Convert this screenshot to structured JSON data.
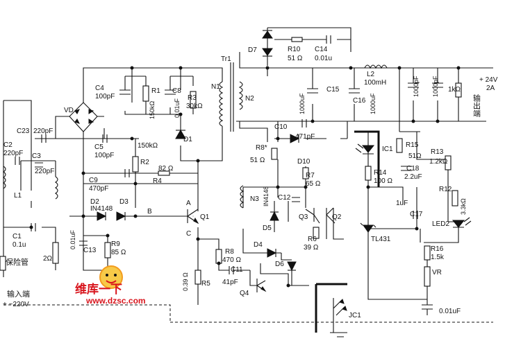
{
  "labels": {
    "tr1": "Tr1",
    "n1": "N1",
    "n2": "N2",
    "n3": "N3",
    "d7": "D7",
    "r10": "R10",
    "r10v": "51 Ω",
    "c14": "C14",
    "c14v": "0.01u",
    "l2": "L2",
    "l2v": "100mH",
    "c15v": "1000uF",
    "c15": "C15",
    "c16": "C16",
    "c16v": "1000uF",
    "c1000a": "1000pF",
    "c1000b": "1000pF",
    "r1k": "1kΩ",
    "out_v": "+ 24V",
    "out_a": "2A",
    "out_cn": "输出端",
    "c4": "C4",
    "c4v": "100pF",
    "r1": "R1",
    "r1v": "150kΩ",
    "c8": "C8",
    "c8v": "0.01uF",
    "r3": "R3",
    "r3v": "30kΩ",
    "d1": "D1",
    "vd": "VD",
    "c23": "C23",
    "c23v": "220pF",
    "c2": "C2",
    "c2v": "220pF",
    "c3": "C3",
    "c3v": "220pF",
    "c5": "C5",
    "c5v": "100pF",
    "r150": "150kΩ",
    "r2": "R2",
    "r82": "82 Ω",
    "r4": "R4",
    "c9": "C9",
    "c9v": "470pF",
    "l1": "L1",
    "d2": "D2",
    "d2v": "IN4148",
    "d3": "D3",
    "b": "B",
    "q1": "Q1",
    "c": "C",
    "c1": "C1",
    "c1v": "0.1u",
    "fuse": "保险管",
    "r2ohm": "2Ω",
    "c13v": "0.01uF",
    "c13": "C13",
    "r9": "R9",
    "r9v": "85 Ω",
    "r039": "0.39 Ω",
    "r5": "R5",
    "r8": "R8",
    "r8v": "470 Ω",
    "c11": "C11",
    "c11v": "41pF",
    "q4": "Q4",
    "input_cn": "输入端",
    "input_v": "+ ~220V",
    "c10": "C10",
    "c10v": "471pF",
    "r8s": "R8*",
    "r8sv": "51 Ω",
    "d10": "D10",
    "r7": "R7",
    "r7v": "65 Ω",
    "in4148b": "IN4148",
    "c12": "C12",
    "d5": "D5",
    "q3": "Q3",
    "q2": "Q2",
    "d4": "D4",
    "r6": "R6",
    "r6v": "39 Ω",
    "d6": "D6",
    "ic1": "IC1",
    "r15": "R15",
    "r15v": "51Ω",
    "r13": "R13",
    "r13v": "1.2kΩ",
    "r14": "R14",
    "r14v": "100 Ω",
    "c18": "C18",
    "c18v": "2.2uF",
    "r12": "R12",
    "r12v": "3.3kΩ",
    "c17v": "1uF",
    "c17": "C17",
    "led2": "LED2",
    "tl431": "TL431",
    "r16": "R16",
    "r16v": "1.5k",
    "vr": "VR",
    "c001": "0.01uF",
    "jc1": "JC1"
  },
  "logo": {
    "cn": "维库一下",
    "url": "www.dzsc.com"
  },
  "colors": {
    "logo_red": "#d8141c",
    "logo_orange": "#f39c1e",
    "logo_gold": "#f7c948"
  }
}
